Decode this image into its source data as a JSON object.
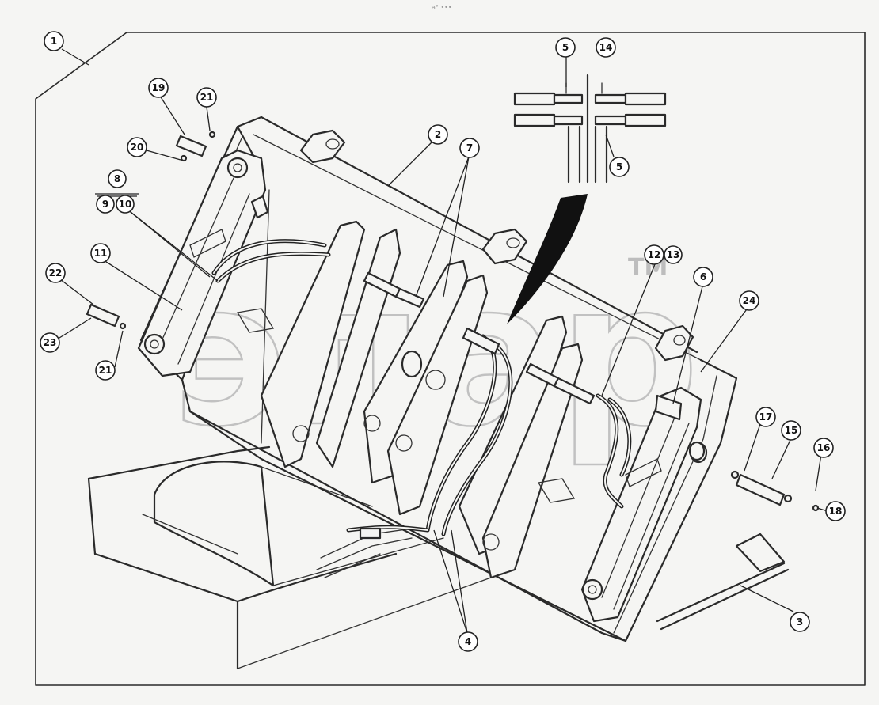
{
  "header": {
    "mark": "а° ••• "
  },
  "watermark": {
    "text": "эпар",
    "tm": "TM"
  },
  "callouts": [
    {
      "id": "c1",
      "label": "1"
    },
    {
      "id": "c2",
      "label": "2"
    },
    {
      "id": "c3",
      "label": "3"
    },
    {
      "id": "c4",
      "label": "4"
    },
    {
      "id": "c5a",
      "label": "5"
    },
    {
      "id": "c5b",
      "label": "5"
    },
    {
      "id": "c6",
      "label": "6"
    },
    {
      "id": "c7",
      "label": "7"
    },
    {
      "id": "c8",
      "label": "8"
    },
    {
      "id": "c9",
      "label": "9"
    },
    {
      "id": "c10",
      "label": "10"
    },
    {
      "id": "c11",
      "label": "11"
    },
    {
      "id": "c12",
      "label": "12"
    },
    {
      "id": "c13",
      "label": "13"
    },
    {
      "id": "c14",
      "label": "14"
    },
    {
      "id": "c15",
      "label": "15"
    },
    {
      "id": "c16",
      "label": "16"
    },
    {
      "id": "c17",
      "label": "17"
    },
    {
      "id": "c18",
      "label": "18"
    },
    {
      "id": "c19",
      "label": "19"
    },
    {
      "id": "c20",
      "label": "20"
    },
    {
      "id": "c21a",
      "label": "21"
    },
    {
      "id": "c21b",
      "label": "21"
    },
    {
      "id": "c22",
      "label": "22"
    },
    {
      "id": "c23",
      "label": "23"
    },
    {
      "id": "c24",
      "label": "24"
    }
  ]
}
